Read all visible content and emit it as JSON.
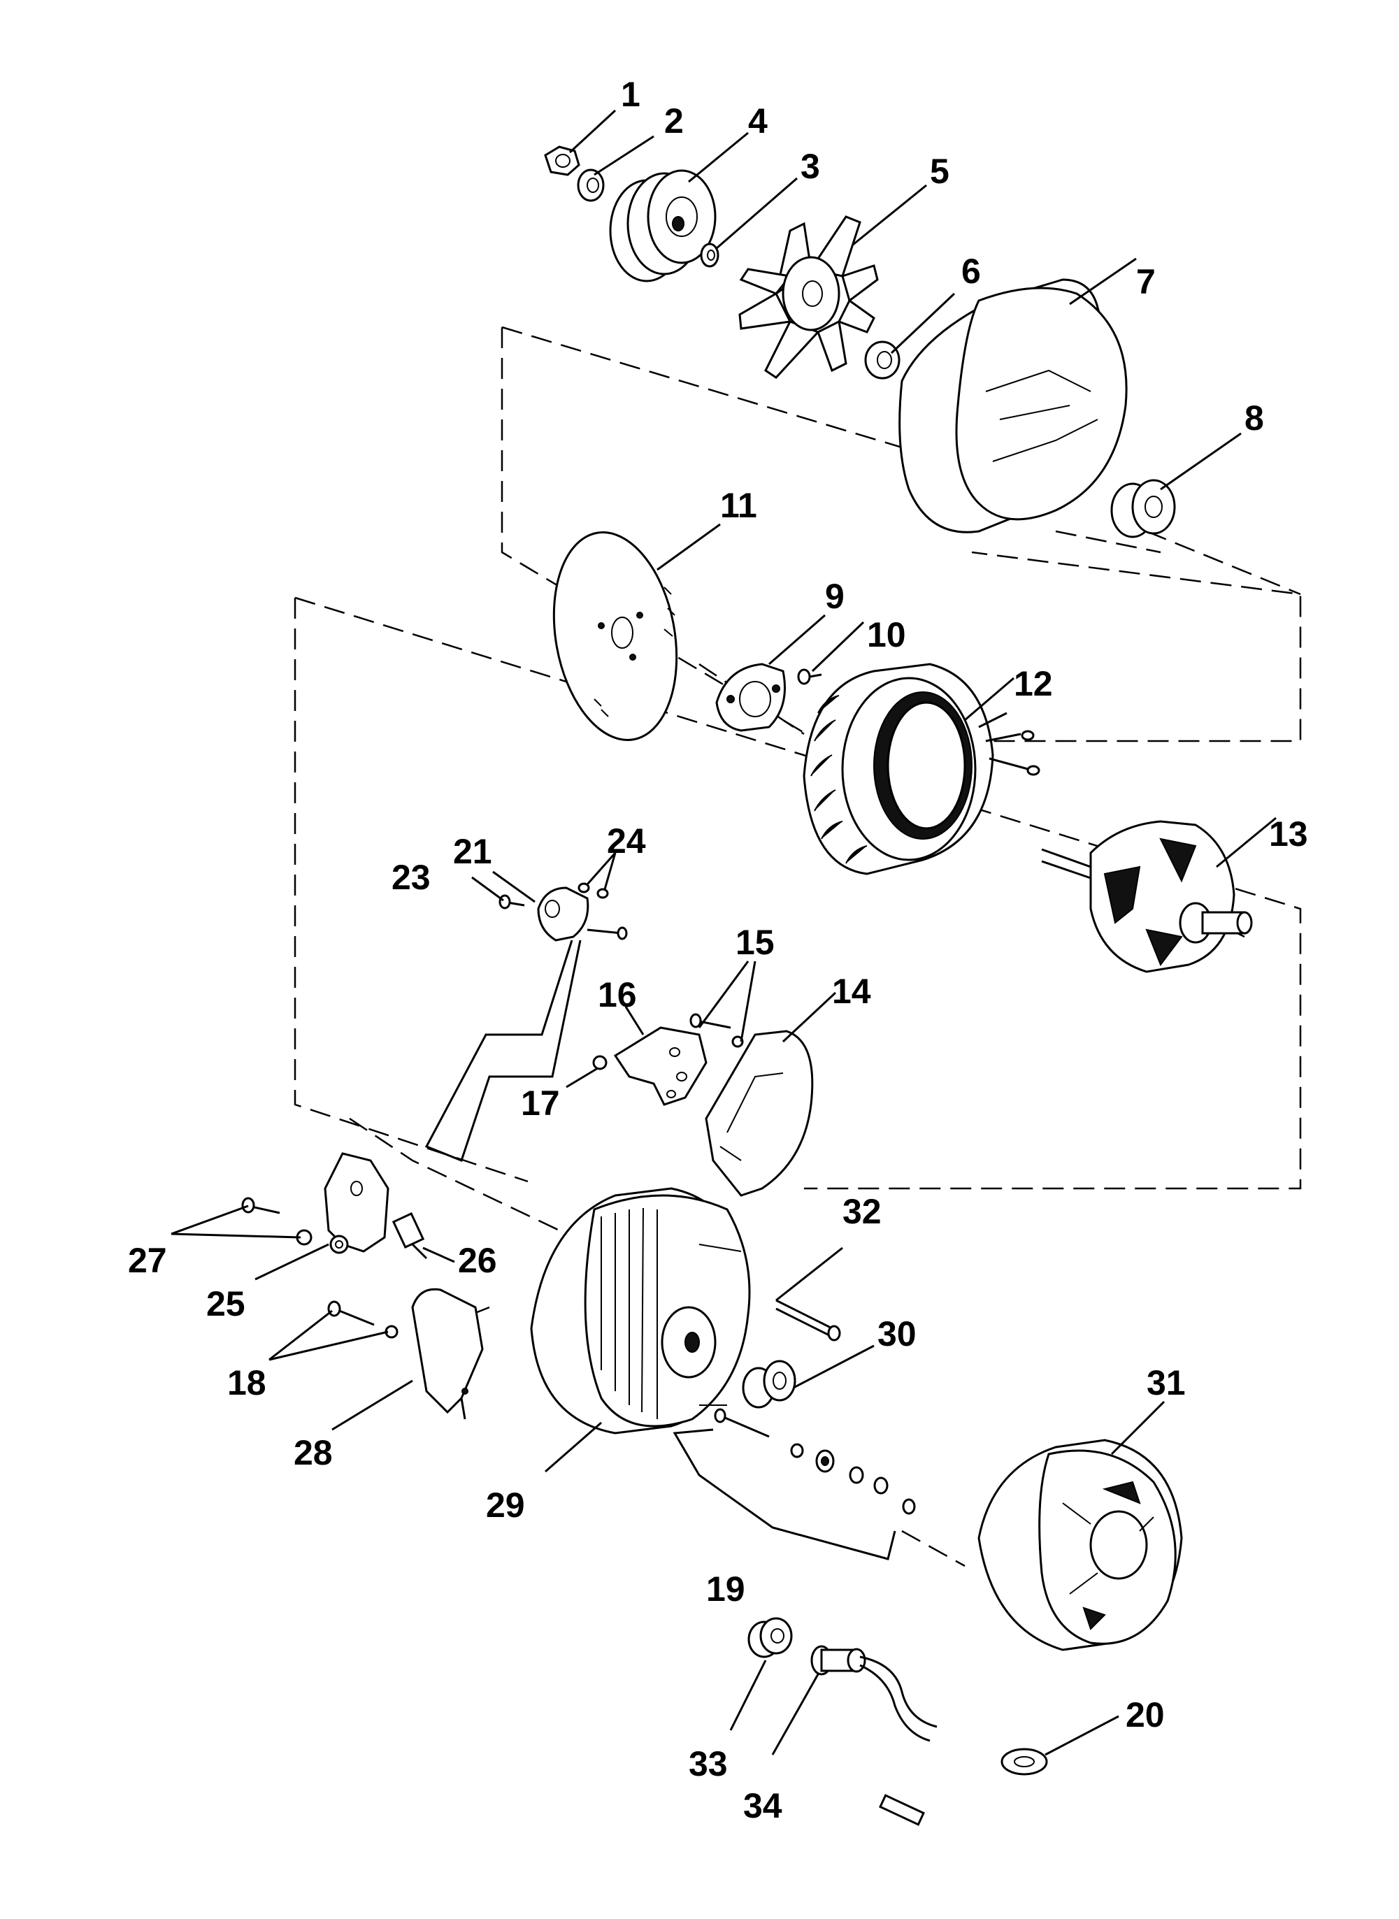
{
  "diagram": {
    "callouts": [
      "1",
      "2",
      "3",
      "4",
      "5",
      "6",
      "7",
      "8",
      "9",
      "10",
      "11",
      "12",
      "13",
      "14",
      "15",
      "16",
      "17",
      "18",
      "19",
      "20",
      "21",
      "23",
      "24",
      "25",
      "26",
      "27",
      "28",
      "29",
      "30",
      "31",
      "32",
      "33",
      "34"
    ]
  },
  "parts": {
    "nut": "nut-icon",
    "washer": "washer-icon",
    "pulley": "pulley-icon",
    "fan": "fan-icon",
    "bearing": "bearing-icon",
    "housing": "housing-icon",
    "stator": "stator-icon",
    "rotor": "rotor-icon",
    "regulator": "regulator-icon",
    "screw": "screw-icon"
  }
}
